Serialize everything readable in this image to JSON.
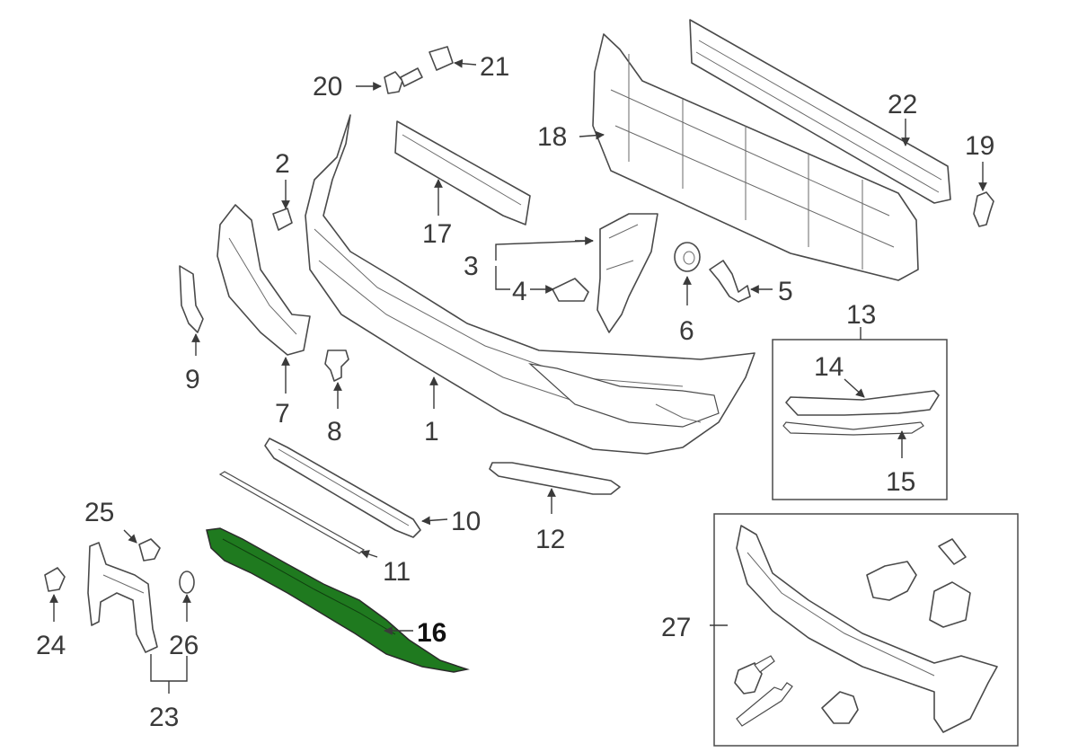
{
  "diagram": {
    "highlight_color": "#1f7a1f",
    "highlighted_part": "16",
    "callouts": {
      "c1": "1",
      "c2": "2",
      "c3": "3",
      "c4": "4",
      "c5": "5",
      "c6": "6",
      "c7": "7",
      "c8": "8",
      "c9": "9",
      "c10": "10",
      "c11": "11",
      "c12": "12",
      "c13": "13",
      "c14": "14",
      "c15": "15",
      "c16": "16",
      "c17": "17",
      "c18": "18",
      "c19": "19",
      "c20": "20",
      "c21": "21",
      "c22": "22",
      "c23": "23",
      "c24": "24",
      "c25": "25",
      "c26": "26",
      "c27": "27"
    }
  }
}
